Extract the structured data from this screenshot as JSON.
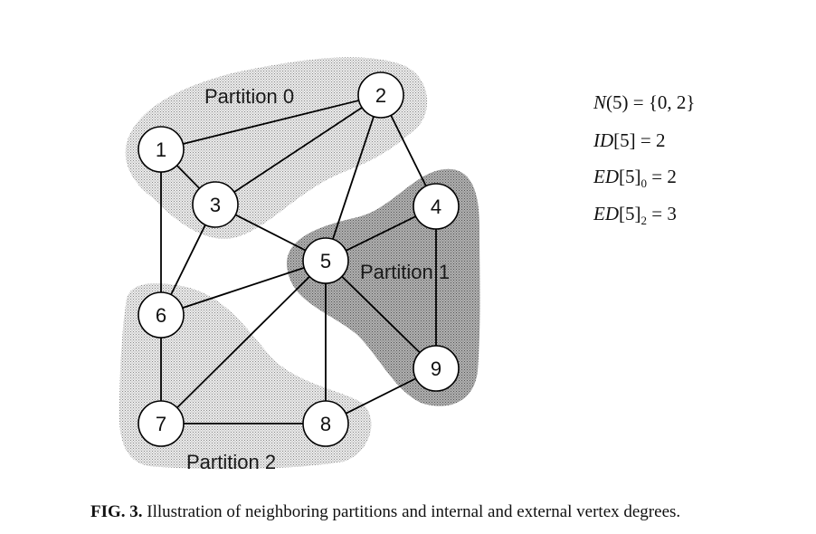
{
  "partitions": [
    {
      "id": "0",
      "label": "Partition 0",
      "shade": "light"
    },
    {
      "id": "1",
      "label": "Partition 1",
      "shade": "dark"
    },
    {
      "id": "2",
      "label": "Partition 2",
      "shade": "light"
    }
  ],
  "colors": {
    "partition_light": "#d4d4d4",
    "partition_dark": "#9c9c9c",
    "edge": "#000000",
    "node_fill": "#ffffff"
  },
  "nodes": [
    {
      "id": "1",
      "label": "1"
    },
    {
      "id": "2",
      "label": "2"
    },
    {
      "id": "3",
      "label": "3"
    },
    {
      "id": "4",
      "label": "4"
    },
    {
      "id": "5",
      "label": "5"
    },
    {
      "id": "6",
      "label": "6"
    },
    {
      "id": "7",
      "label": "7"
    },
    {
      "id": "8",
      "label": "8"
    },
    {
      "id": "9",
      "label": "9"
    }
  ],
  "edges": [
    [
      "1",
      "2"
    ],
    [
      "1",
      "3"
    ],
    [
      "1",
      "6"
    ],
    [
      "2",
      "3"
    ],
    [
      "2",
      "5"
    ],
    [
      "2",
      "4"
    ],
    [
      "3",
      "5"
    ],
    [
      "3",
      "6"
    ],
    [
      "4",
      "5"
    ],
    [
      "4",
      "9"
    ],
    [
      "5",
      "6"
    ],
    [
      "5",
      "7"
    ],
    [
      "5",
      "8"
    ],
    [
      "5",
      "9"
    ],
    [
      "6",
      "7"
    ],
    [
      "7",
      "8"
    ],
    [
      "8",
      "9"
    ]
  ],
  "formulas": {
    "f1": {
      "lhs": "N",
      "rest": "(5) = {0, 2}"
    },
    "f2": {
      "lhs": "ID",
      "rest": "[5] = 2"
    },
    "f3": {
      "lhs": "ED",
      "mid": "[5]",
      "sub": "0",
      "rest": " = 2"
    },
    "f4": {
      "lhs": "ED",
      "mid": "[5]",
      "sub": "2",
      "rest": " = 3"
    }
  },
  "caption": {
    "prefix": "FIG. 3.",
    "text": " Illustration of neighboring partitions and internal and external vertex degrees."
  }
}
